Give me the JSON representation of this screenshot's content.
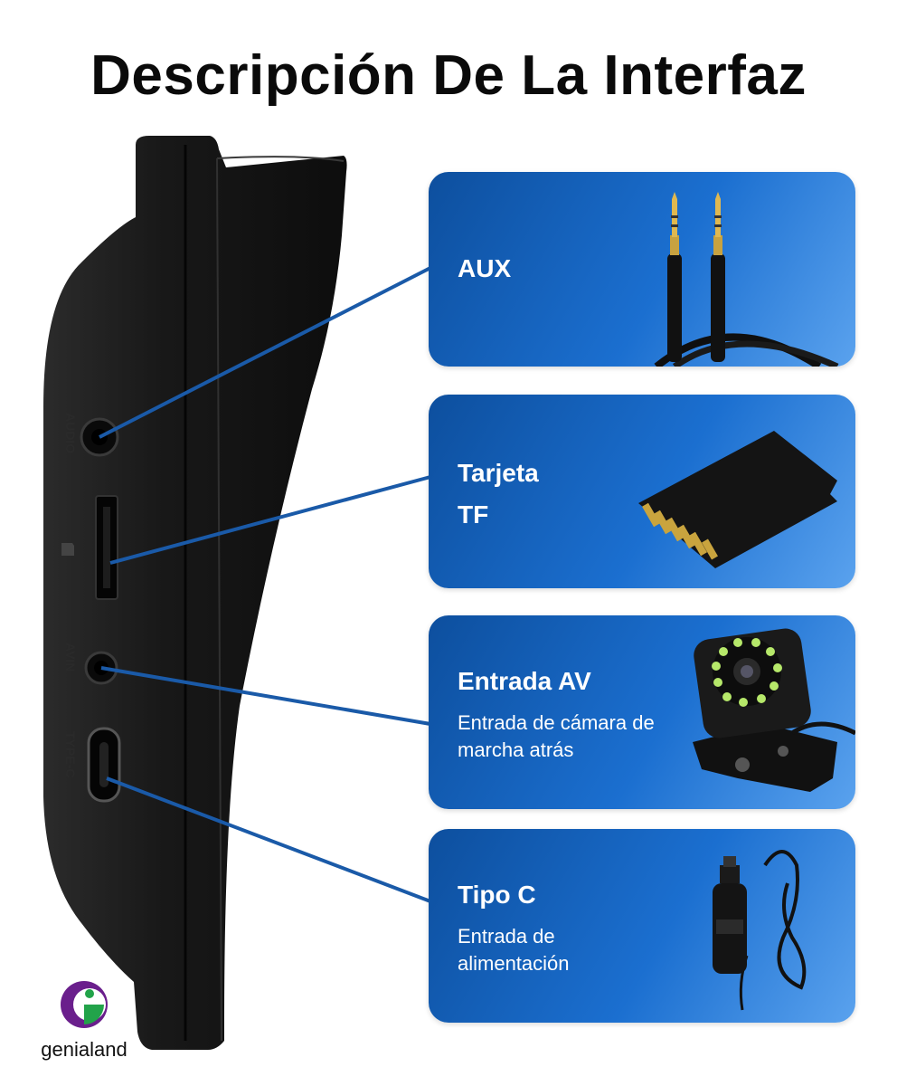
{
  "title": "Descripción De La Interfaz",
  "device": {
    "port_labels": [
      "AUDIO",
      "AVIN",
      "TYPE-C"
    ]
  },
  "cards": [
    {
      "heading": "AUX",
      "description_lines": []
    },
    {
      "heading_lines": [
        "Tarjeta",
        "TF"
      ],
      "description_lines": []
    },
    {
      "heading": "Entrada AV",
      "description_lines": [
        "Entrada de cámara de",
        "marcha atrás"
      ]
    },
    {
      "heading": "Tipo C",
      "description_lines": [
        "Entrada de",
        "alimentación"
      ]
    }
  ],
  "brand": {
    "name": "genialand"
  },
  "colors": {
    "card_gradient_start": "#0d4f9e",
    "card_gradient_end": "#5aa2ee",
    "connector_line": "#1a5aa8",
    "device_body": "#151515"
  }
}
